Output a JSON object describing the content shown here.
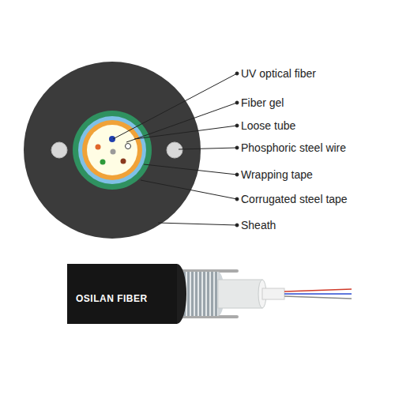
{
  "diagram": {
    "labels": [
      "UV optical fiber",
      "Fiber gel",
      "Loose tube",
      "Phosphoric steel wire",
      "Wrapping tape",
      "Corrugated steel tape",
      "Sheath",
      "OSILAN FIBER"
    ]
  }
}
